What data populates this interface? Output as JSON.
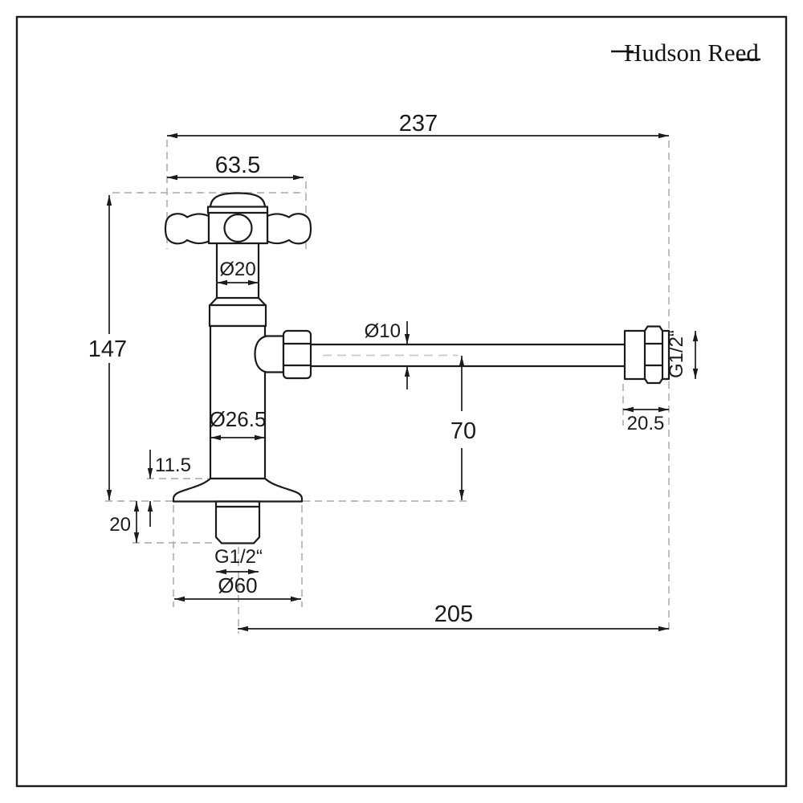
{
  "brand": {
    "name": "Hudson Reed"
  },
  "dims": {
    "overall_width": "237",
    "handle_width": "63.5",
    "height": "147",
    "stem_dia": "Ø20",
    "pipe_dia": "Ø10",
    "body_dia": "Ø26.5",
    "outlet_height": "70",
    "flange_height": "11.5",
    "tail_length": "20",
    "tail_thread": "G1/2“",
    "flange_dia": "Ø60",
    "centre_to_outlet": "205",
    "nut_length": "20.5",
    "outlet_thread": "G1/2“"
  }
}
